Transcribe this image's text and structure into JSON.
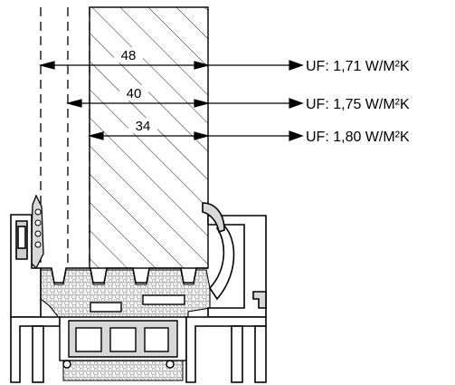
{
  "dimensions": [
    {
      "value": "48",
      "uf_label": "UF: 1,71 W/M²K"
    },
    {
      "value": "40",
      "uf_label": "UF: 1,75 W/M²K"
    },
    {
      "value": "34",
      "uf_label": "UF: 1,80 W/M²K"
    }
  ],
  "colors": {
    "line": "#000000",
    "seal": "#d8d8d8",
    "insulation": "#f2f2f2",
    "background": "#ffffff"
  }
}
